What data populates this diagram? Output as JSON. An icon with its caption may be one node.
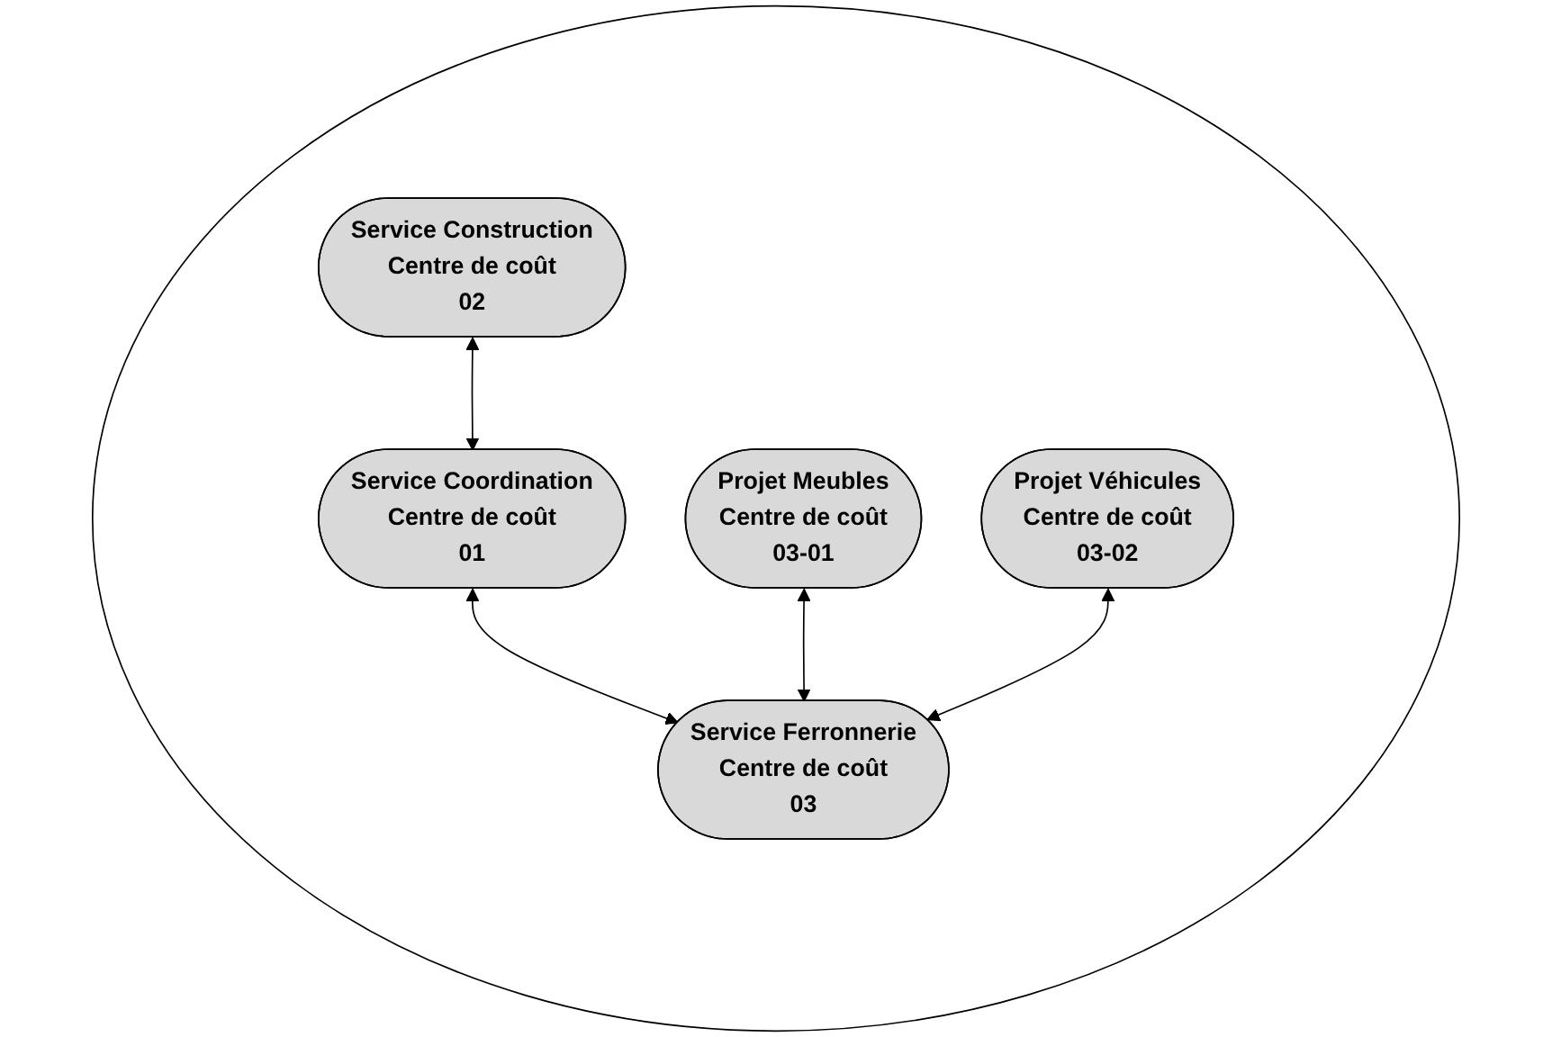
{
  "diagram": {
    "nodes": [
      {
        "text": [],
        "shape": "ellipse"
      },
      {
        "text": [
          "Service Construction",
          "Centre de coût",
          "02"
        ],
        "in": 0
      },
      {
        "text": [
          "Service Coordination",
          "Centre de coût",
          "01"
        ],
        "in": 0
      },
      {
        "text": [
          "Projet Meubles",
          "Centre de coût",
          "03-01"
        ],
        "in": 0
      },
      {
        "text": [
          "Projet Véhicules",
          "Centre de coût",
          "03-02"
        ],
        "in": 0
      },
      {
        "text": [
          "Service Ferronnerie",
          "Centre de coût",
          "03"
        ],
        "in": 0
      }
    ],
    "edges": [
      {
        "from": 1,
        "to": 2,
        "arrow": "both"
      },
      {
        "from": 2,
        "to": 5,
        "arrow": "both"
      },
      {
        "from": 3,
        "to": 5,
        "arrow": "both"
      },
      {
        "from": 4,
        "to": 5,
        "arrow": "both"
      }
    ]
  }
}
